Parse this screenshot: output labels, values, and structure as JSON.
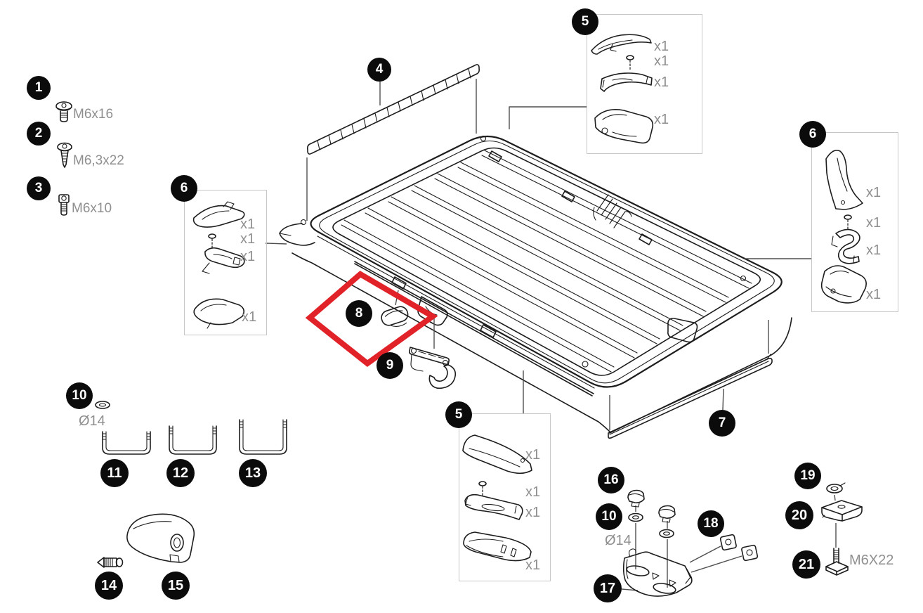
{
  "colors": {
    "badge_bg": "#0b0b0b",
    "badge_text": "#ffffff",
    "label_gray": "#8f8f8f",
    "box_border": "#c7c7c7",
    "line_art": "#1d1d1d",
    "highlight_red": "#e12228"
  },
  "badges": {
    "b1": "1",
    "b2": "2",
    "b3": "3",
    "b4": "4",
    "b5_top": "5",
    "b5_bottom": "5",
    "b6_left": "6",
    "b6_right": "6",
    "b7": "7",
    "b8": "8",
    "b9": "9",
    "b10_left": "10",
    "b10_right": "10",
    "b11": "11",
    "b12": "12",
    "b13": "13",
    "b14": "14",
    "b15": "15",
    "b16": "16",
    "b17": "17",
    "b18": "18",
    "b19": "19",
    "b20": "20",
    "b21": "21"
  },
  "labels": {
    "screw1": "M6x16",
    "screw2": "M6,3x22",
    "screw3": "M6x10",
    "washer_left": "Ø14",
    "washer_right": "Ø14",
    "tbolt": "M6X22"
  },
  "kits": {
    "top5": {
      "qty": [
        "x1",
        "x1",
        "x1",
        "x1"
      ]
    },
    "right6": {
      "qty": [
        "x1",
        "x1",
        "x1",
        "x1"
      ]
    },
    "left6": {
      "qty": [
        "x1",
        "x1",
        "x1",
        "x1"
      ]
    },
    "bottom5": {
      "qty": [
        "x1",
        "x1",
        "x1",
        "x1"
      ]
    }
  }
}
